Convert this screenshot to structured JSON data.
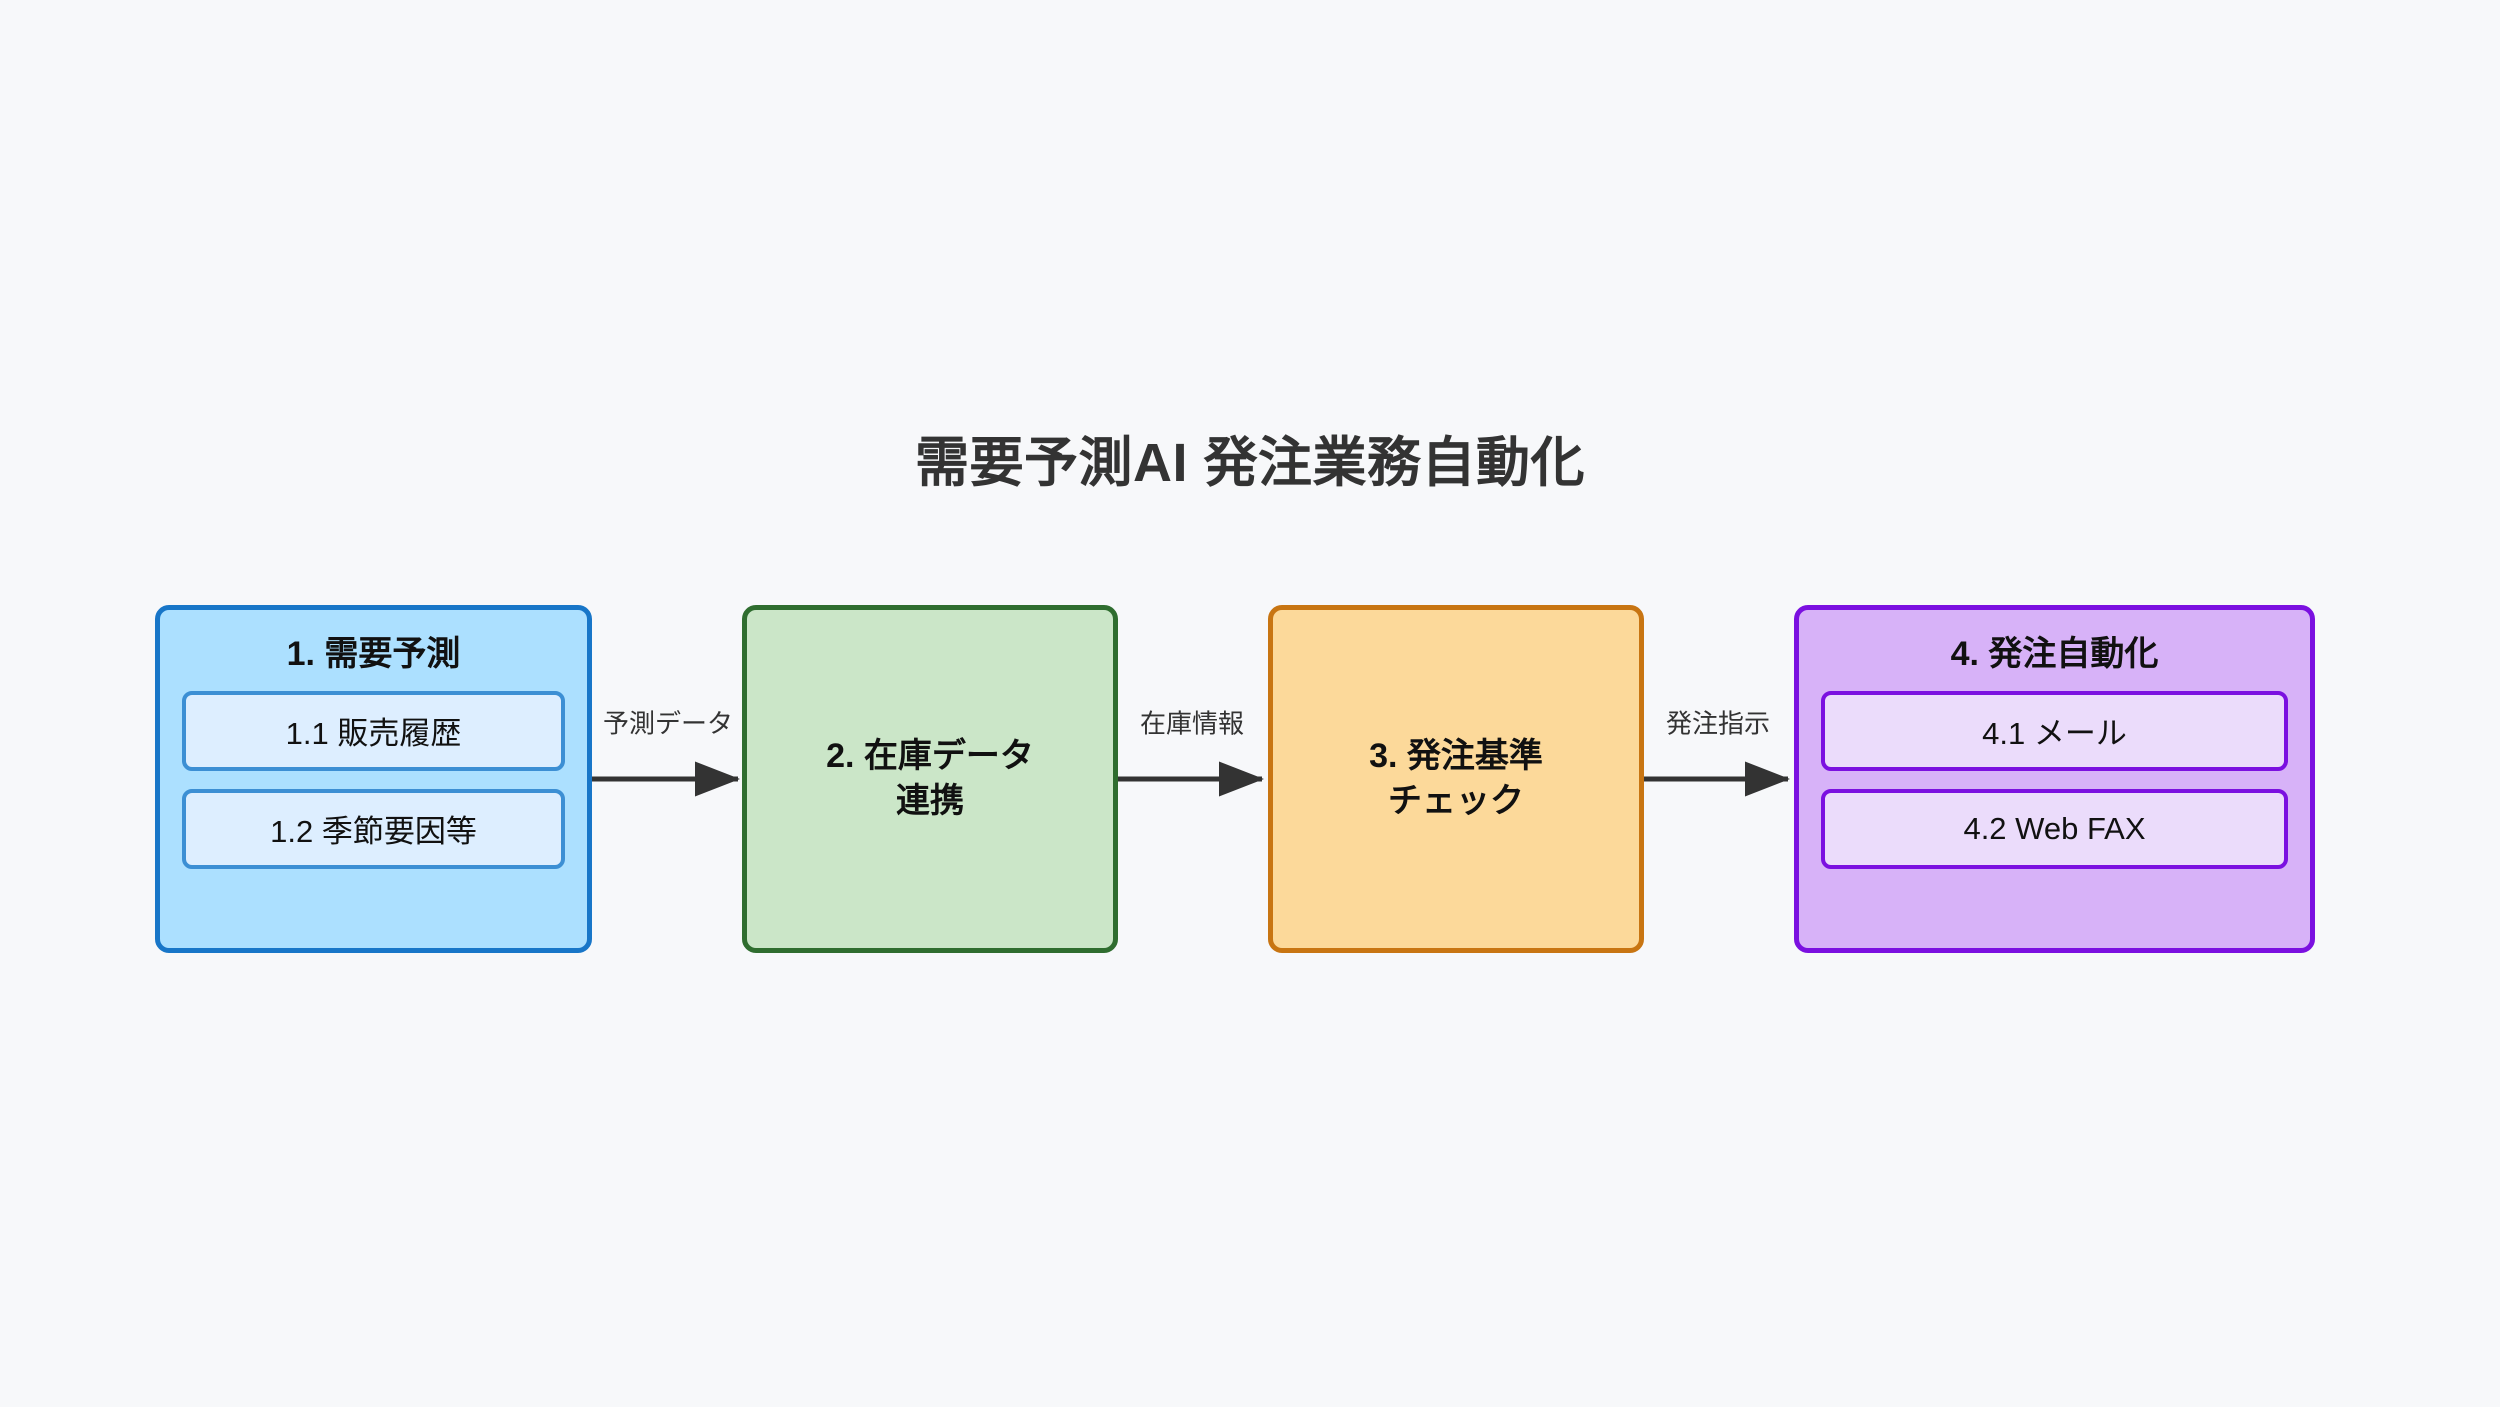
{
  "title": "需要予測AI 発注業務自動化",
  "background_color": "#f7f8fa",
  "chart_data": {
    "type": "diagram",
    "diagram_kind": "flowchart",
    "direction": "left-to-right",
    "title": "需要予測AI 発注業務自動化",
    "nodes": [
      {
        "id": "n1",
        "label": "1. 需要予測",
        "color_fill": "#ace0ff",
        "color_border": "#1876c8",
        "children": [
          {
            "id": "n1_1",
            "label": "1.1 販売履歴"
          },
          {
            "id": "n1_2",
            "label": "1.2 季節要因等"
          }
        ]
      },
      {
        "id": "n2",
        "label": "2. 在庫データ\n連携",
        "color_fill": "#cbe6c8",
        "color_border": "#2f6d2f",
        "children": []
      },
      {
        "id": "n3",
        "label": "3. 発注基準\nチェック",
        "color_fill": "#fcd99a",
        "color_border": "#c87512",
        "children": []
      },
      {
        "id": "n4",
        "label": "4. 発注自動化",
        "color_fill": "#d7b2f8",
        "color_border": "#7b10e0",
        "children": [
          {
            "id": "n4_1",
            "label": "4.1 メール"
          },
          {
            "id": "n4_2",
            "label": "4.2 Web FAX"
          }
        ]
      }
    ],
    "edges": [
      {
        "from": "n1",
        "to": "n2",
        "label": "予測データ"
      },
      {
        "from": "n2",
        "to": "n3",
        "label": "在庫情報"
      },
      {
        "from": "n3",
        "to": "n4",
        "label": "発注指示"
      }
    ],
    "edge_color": "#333333"
  },
  "nodes": {
    "n1": {
      "title": "1. 需要予測",
      "sub": [
        {
          "label": "1.1 販売履歴"
        },
        {
          "label": "1.2 季節要因等"
        }
      ]
    },
    "n2": {
      "title": "2. 在庫データ\n連携"
    },
    "n3": {
      "title": "3. 発注基準\nチェック"
    },
    "n4": {
      "title": "4. 発注自動化",
      "sub": [
        {
          "label": "4.1 メール"
        },
        {
          "label": "4.2 Web FAX"
        }
      ]
    }
  },
  "edges": {
    "e1": {
      "label": "予測データ"
    },
    "e2": {
      "label": "在庫情報"
    },
    "e3": {
      "label": "発注指示"
    }
  }
}
